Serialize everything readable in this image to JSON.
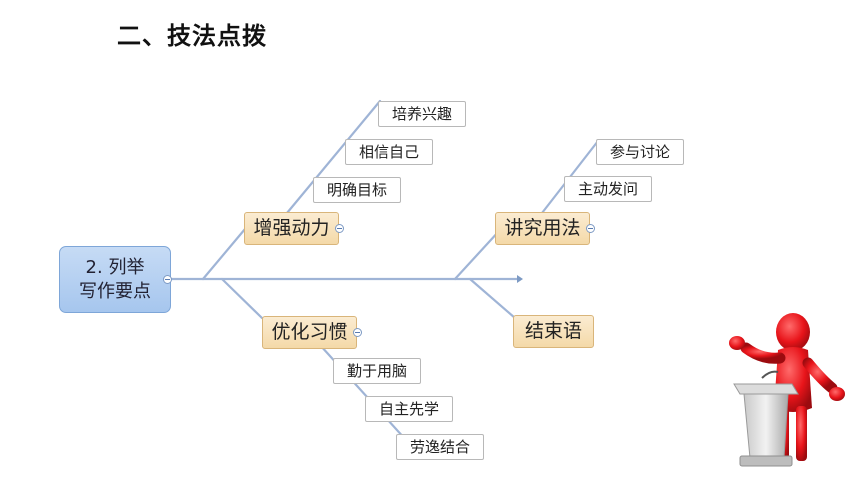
{
  "page": {
    "title": "二、技法点拨"
  },
  "mindmap": {
    "root": {
      "line1": "2. 列举",
      "line2": "写作要点"
    },
    "branches": {
      "zengqiang": {
        "label": "增强动力",
        "items": [
          "培养兴趣",
          "相信自己",
          "明确目标"
        ]
      },
      "youhua": {
        "label": "优化习惯",
        "items": [
          "勤于用脑",
          "自主先学",
          "劳逸结合"
        ]
      },
      "jiangjiu": {
        "label": "讲究用法",
        "items": [
          "参与讨论",
          "主动发问"
        ]
      },
      "jieshu": {
        "label": "结束语"
      }
    }
  },
  "colors": {
    "connector": "#9fb4d6",
    "root_fill": "#b4cff2",
    "main_fill": "#f7e1b8",
    "figure_red": "#e8141a"
  },
  "illustration": {
    "icon": "speaker-at-podium-icon"
  }
}
